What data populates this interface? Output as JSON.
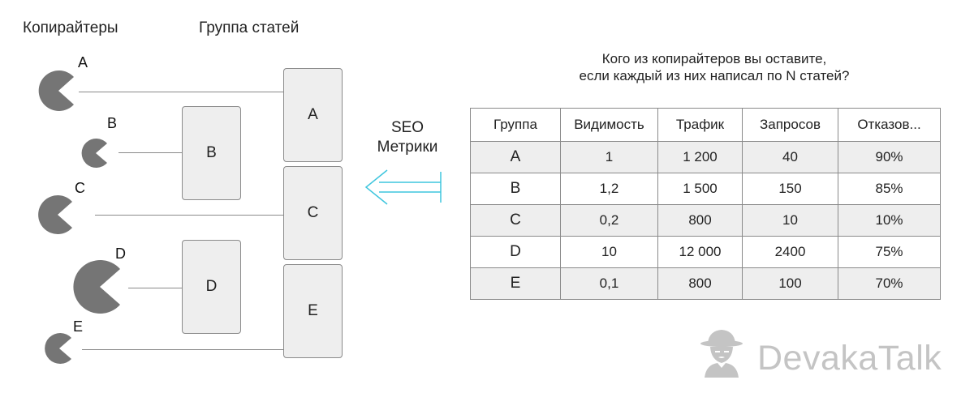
{
  "headings": {
    "copywriters": "Копирайтеры",
    "article_groups": "Группа статей"
  },
  "copywriters": [
    {
      "label": "A"
    },
    {
      "label": "B"
    },
    {
      "label": "C"
    },
    {
      "label": "D"
    },
    {
      "label": "E"
    }
  ],
  "groups": [
    {
      "label": "A"
    },
    {
      "label": "B"
    },
    {
      "label": "C"
    },
    {
      "label": "D"
    },
    {
      "label": "E"
    }
  ],
  "question": {
    "line1": "Кого из копирайтеров вы оставите,",
    "line2": "если каждый из них написал по N статей?"
  },
  "seo": {
    "line1": "SEO",
    "line2": "Метрики"
  },
  "table": {
    "headers": [
      "Группа",
      "Видимость",
      "Трафик",
      "Запросов",
      "Отказов..."
    ],
    "rows": [
      [
        "A",
        "1",
        "1 200",
        "40",
        "90%"
      ],
      [
        "B",
        "1,2",
        "1 500",
        "150",
        "85%"
      ],
      [
        "C",
        "0,2",
        "800",
        "10",
        "10%"
      ],
      [
        "D",
        "10",
        "12 000",
        "2400",
        "75%"
      ],
      [
        "E",
        "0,1",
        "800",
        "100",
        "70%"
      ]
    ]
  },
  "brand": {
    "name": "DevakaTalk",
    "logo_icon": "detective-icon"
  },
  "colors": {
    "pacman": "#757575",
    "arrow": "#3fc6de",
    "box_fill": "#eeeeee",
    "watermark": "#c4c4c4"
  }
}
